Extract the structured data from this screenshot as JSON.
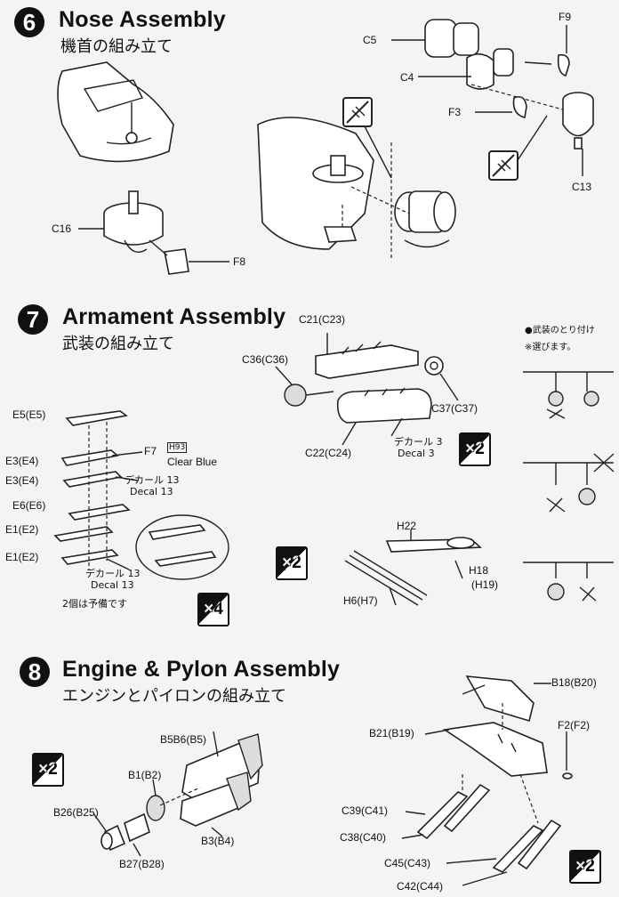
{
  "steps": [
    {
      "number": "6",
      "title": "Nose Assembly",
      "subtitle": "機首の組み立て"
    },
    {
      "number": "7",
      "title": "Armament Assembly",
      "subtitle": "武装の組み立て"
    },
    {
      "number": "8",
      "title": "Engine & Pylon Assembly",
      "subtitle": "エンジンとパイロンの組み立て"
    }
  ],
  "nose": {
    "labels": {
      "c5": "C5",
      "c4": "C4",
      "f9": "F9",
      "f3": "F3",
      "c13": "C13",
      "c16": "C16",
      "f8": "F8"
    }
  },
  "armament": {
    "labels": {
      "c21": "C21(C23)",
      "c36": "C36(C36)",
      "c37": "C37(C37)",
      "c22": "C22(C24)",
      "decal3_jp": "デカール 3",
      "decal3_en": "Decal  3",
      "e5": "E5(E5)",
      "e3a": "E3(E4)",
      "e3b": "E3(E4)",
      "e6": "E6(E6)",
      "e1a": "E1(E2)",
      "e1b": "E1(E2)",
      "f7": "F7",
      "color_code": "H93",
      "color_name": "Clear Blue",
      "decal13a_jp": "デカール 13",
      "decal13a_en": "Decal 13",
      "decal13b_jp": "デカール 13",
      "decal13b_en": "Decal 13",
      "spare_note": "2個は予備です",
      "h22": "H22",
      "h18": "H18",
      "h19": "(H19)",
      "h6": "H6(H7)",
      "mount_note1": "●武装のとり付け",
      "mount_note2": "※選びます。"
    },
    "multipliers": {
      "pylon": "×2",
      "missiles": "×4",
      "rack": "×2"
    }
  },
  "engine": {
    "labels": {
      "b5b6": "B5B6(B5)",
      "b1": "B1(B2)",
      "b26": "B26(B25)",
      "b3": "B3(B4)",
      "b27": "B27(B28)",
      "b18": "B18(B20)",
      "b21": "B21(B19)",
      "f2": "F2(F2)",
      "c39": "C39(C41)",
      "c38": "C38(C40)",
      "c45": "C45(C43)",
      "c42": "C42(C44)"
    },
    "multipliers": {
      "engine": "×2",
      "pylon": "×2"
    }
  }
}
